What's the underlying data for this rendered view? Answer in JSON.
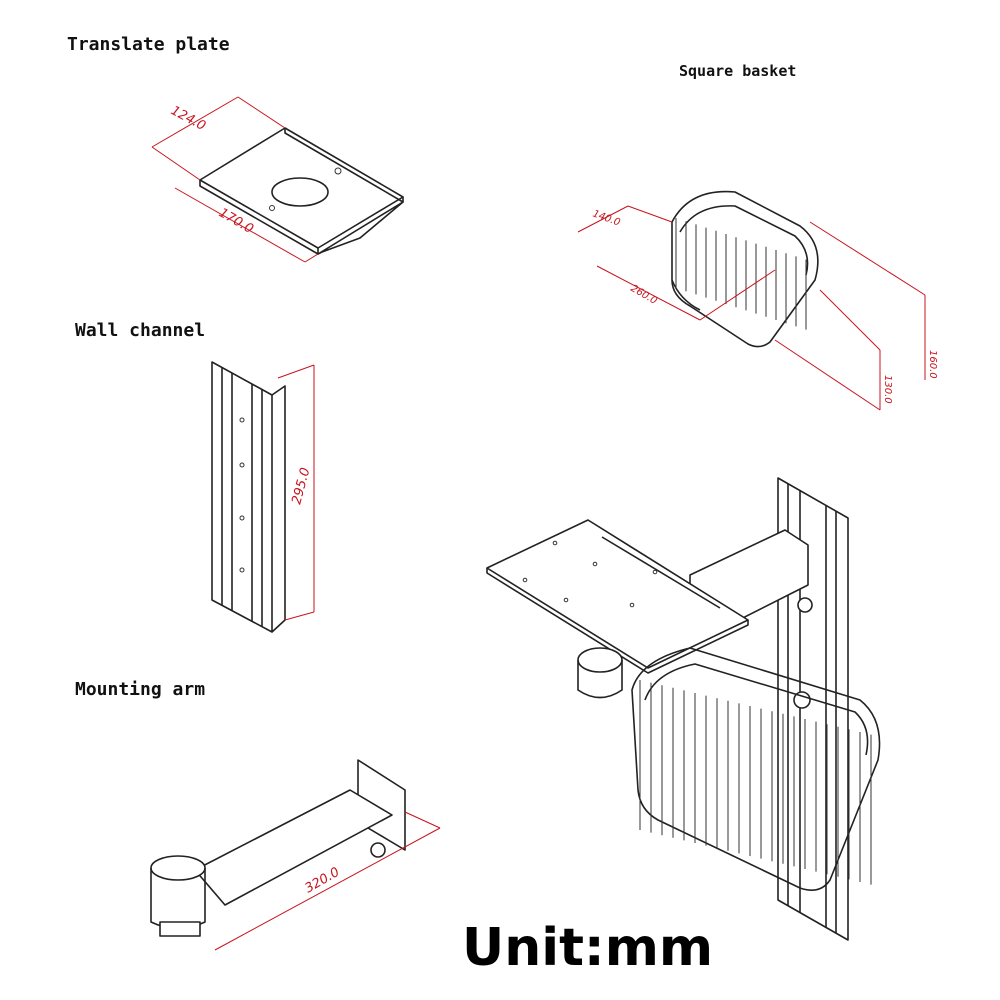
{
  "labels": {
    "translate_plate": "Translate plate",
    "square_basket": "Square basket",
    "wall_channel": "Wall channel",
    "mounting_arm": "Mounting arm",
    "unit": "Unit:mm"
  },
  "dimensions": {
    "plate_depth": "124.0",
    "plate_width": "170.0",
    "basket_depth": "140.0",
    "basket_length": "260.0",
    "basket_height": "160.0",
    "basket_bottom": "130.0",
    "channel_height": "295.0",
    "arm_length": "320.0"
  },
  "colors": {
    "dimension": "#c8141e",
    "linework": "#222222"
  }
}
